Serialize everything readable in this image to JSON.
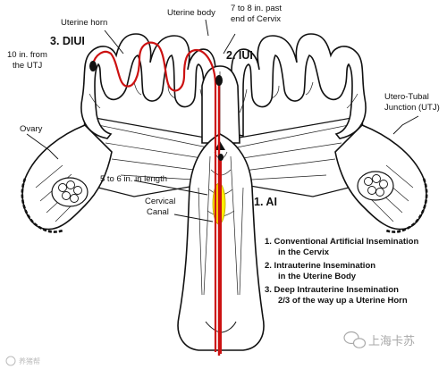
{
  "labels": {
    "uterine_horn": "Uterine horn",
    "uterine_body": "Uterine body",
    "past_cervix_1": "7 to 8 in. past",
    "past_cervix_2": "end of Cervix",
    "diui": "3. DIUI",
    "iui": "2. IUI",
    "ai": "1. AI",
    "utj_dist_1": "10 in. from",
    "utj_dist_2": "the UTJ",
    "utj_1": "Utero-Tubal",
    "utj_2": "Junction (UTJ)",
    "ovary": "Ovary",
    "length": "5 to 6 in. in length",
    "cervical_1": "Cervical",
    "cervical_2": "Canal"
  },
  "legend": [
    "1. Conventional Artificial Insemination",
    "in the Cervix",
    "2. Intrauterine Insemination",
    "in the Uterine Body",
    "3. Deep Intrauterine Insemination",
    "2/3 of the way up a Uterine Horn"
  ],
  "watermarks": {
    "left": "养猪帮",
    "right": "上海卡苏"
  },
  "colors": {
    "catheter_red": "#cc1111",
    "semen_yellow": "#ffee00",
    "outline": "#111111"
  }
}
